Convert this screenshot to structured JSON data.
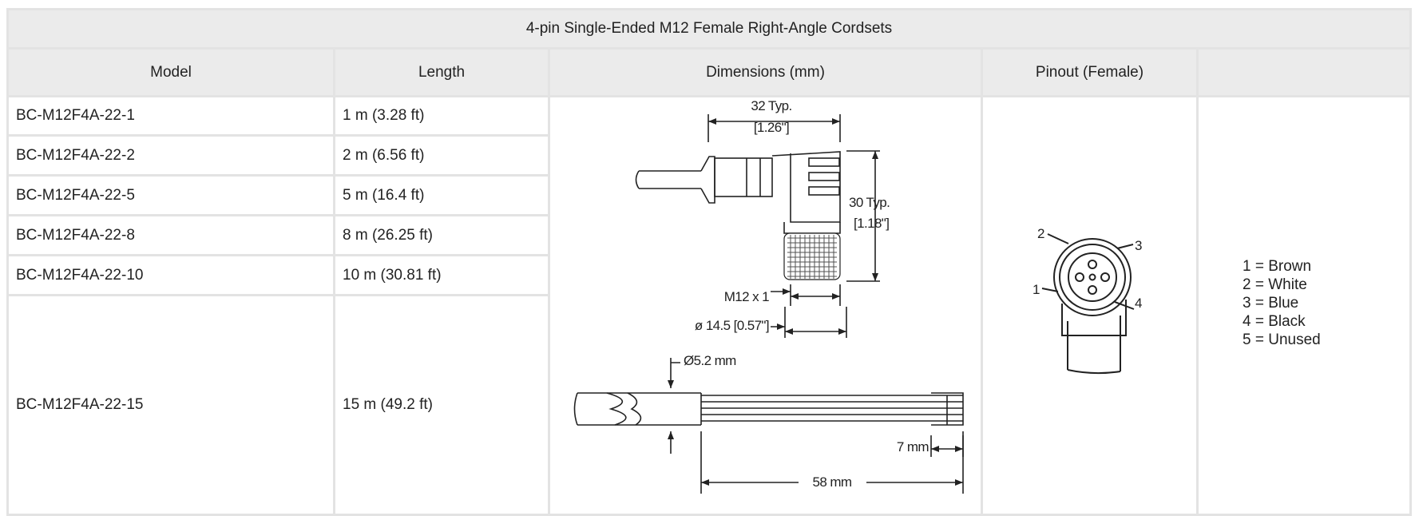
{
  "table": {
    "title": "4-pin Single-Ended M12 Female Right-Angle Cordsets",
    "headers": [
      "Model",
      "Length",
      "Dimensions (mm)",
      "Pinout (Female)",
      ""
    ],
    "rows": [
      {
        "model": "BC-M12F4A-22-1",
        "length": "1 m (3.28 ft)"
      },
      {
        "model": "BC-M12F4A-22-2",
        "length": "2 m (6.56 ft)"
      },
      {
        "model": "BC-M12F4A-22-5",
        "length": "5 m (16.4 ft)"
      },
      {
        "model": "BC-M12F4A-22-8",
        "length": "8 m (26.25 ft)"
      },
      {
        "model": "BC-M12F4A-22-10",
        "length": "10 m (30.81 ft)"
      },
      {
        "model": "BC-M12F4A-22-15",
        "length": "15 m (49.2 ft)"
      }
    ]
  },
  "dimensions": {
    "width_label": "32 Typ.",
    "width_label_in": "[1.26\"]",
    "height_label": "30 Typ.",
    "height_label_in": "[1.18\"]",
    "thread_label": "M12 x 1",
    "diameter_label": "ø 14.5 [0.57\"]",
    "cable_diameter_label": "Ø5.2 mm",
    "strip_label": "7 mm",
    "lead_label": "58 mm"
  },
  "pinout": {
    "pin_numbers": [
      "1",
      "2",
      "3",
      "4"
    ],
    "wire_colors": [
      "1 = Brown",
      "2 = White",
      "3 = Blue",
      "4 = Black",
      "5 = Unused"
    ]
  }
}
